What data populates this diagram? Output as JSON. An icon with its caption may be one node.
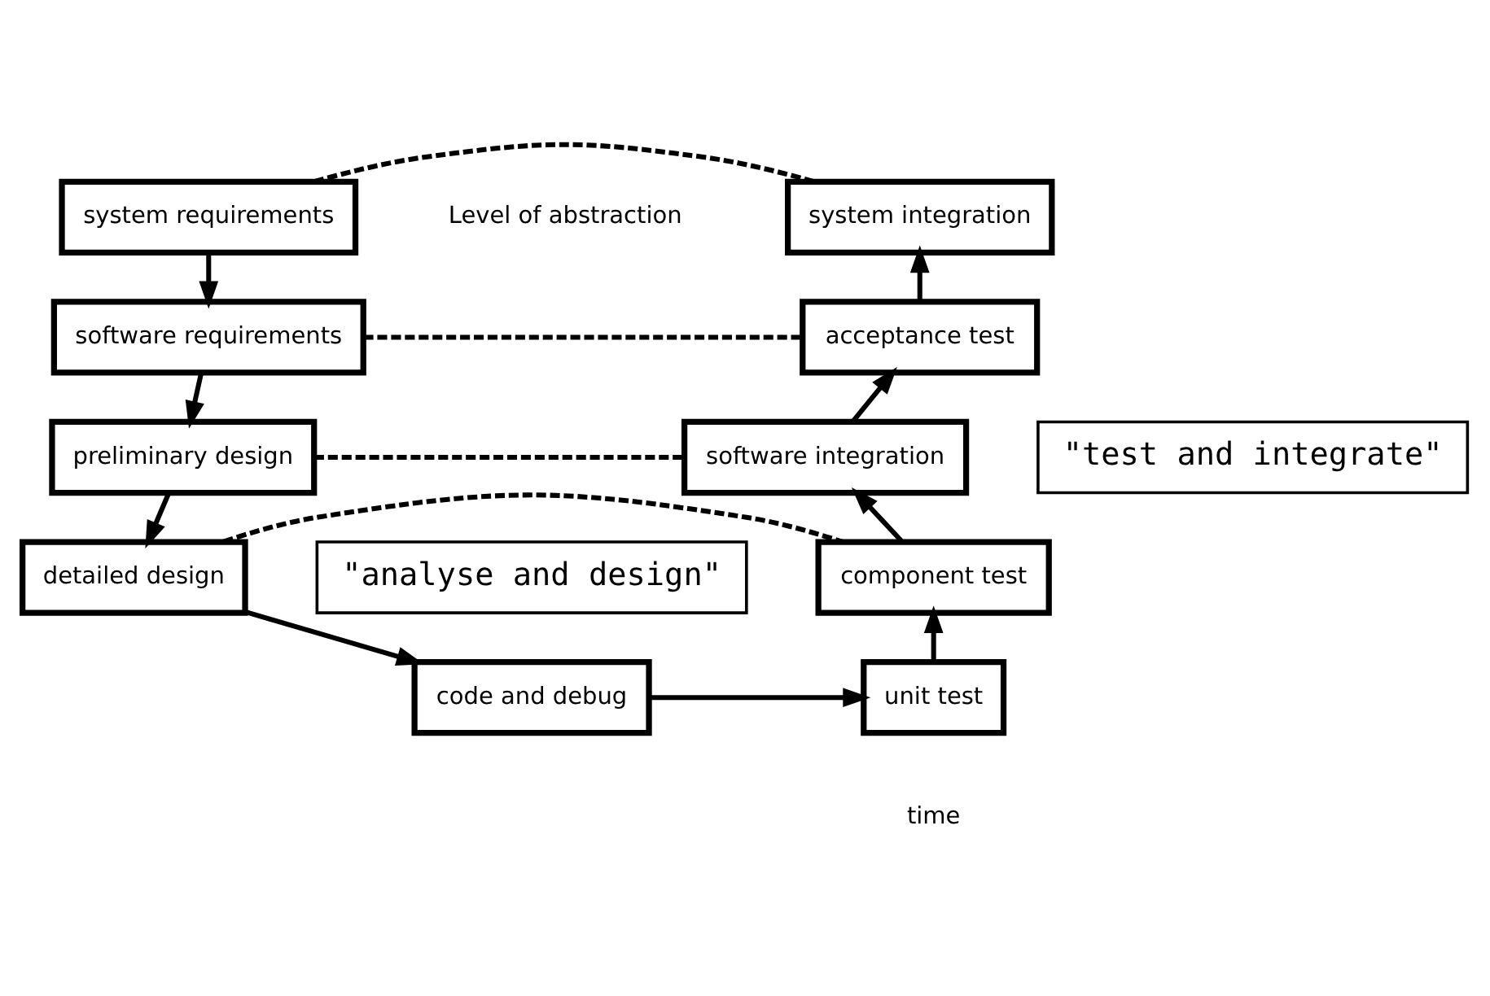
{
  "diagram": {
    "nodes": [
      {
        "text": [
          "system requirements"
        ]
      },
      {
        "text": [
          "software requirements"
        ]
      },
      {
        "text": [
          "preliminary design"
        ]
      },
      {
        "text": [
          "detailed design"
        ]
      },
      {
        "text": [
          "code and debug"
        ]
      },
      {
        "text": [
          "unit test"
        ]
      },
      {
        "text": [
          "component test"
        ]
      },
      {
        "text": [
          "software integration"
        ]
      },
      {
        "text": [
          "acceptance test"
        ]
      },
      {
        "text": [
          "system integration"
        ]
      },
      {
        "text": [
          "\"analyse and design\""
        ]
      },
      {
        "text": [
          "\"test and integrate\""
        ]
      }
    ],
    "edges": [
      {
        "from": 0,
        "to": 1,
        "arrow": "to"
      },
      {
        "from": 1,
        "to": 2,
        "arrow": "to"
      },
      {
        "from": 2,
        "to": 3,
        "arrow": "to"
      },
      {
        "from": 3,
        "to": 4,
        "arrow": "to"
      },
      {
        "from": 4,
        "to": 5,
        "arrow": "to"
      },
      {
        "from": 5,
        "to": 6,
        "arrow": "to"
      },
      {
        "from": 6,
        "to": 7,
        "arrow": "to"
      },
      {
        "from": 7,
        "to": 8,
        "arrow": "to"
      },
      {
        "from": 8,
        "to": 9,
        "arrow": "to"
      },
      {
        "from": 0,
        "to": 9,
        "arrow": "none",
        "style": "dashed"
      },
      {
        "from": 1,
        "to": 8,
        "arrow": "none",
        "style": "dashed"
      },
      {
        "from": 2,
        "to": 7,
        "arrow": "none",
        "style": "dashed"
      },
      {
        "from": 3,
        "to": 6,
        "arrow": "none",
        "style": "dashed"
      }
    ],
    "labels": [
      "Level of abstraction",
      "time"
    ]
  }
}
